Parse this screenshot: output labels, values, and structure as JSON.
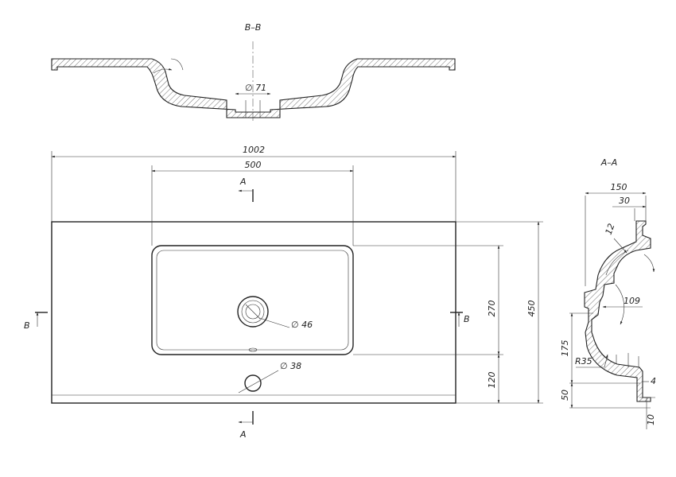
{
  "section_bb": {
    "title": "B–B",
    "dim_outlet": "∅ 71"
  },
  "plan": {
    "dim_width": "1002",
    "dim_bowl_width": "500",
    "dim_bowl_depth": "270",
    "dim_depth": "450",
    "dim_front": "120",
    "dim_drain": "∅ 46",
    "dim_taphole": "∅ 38",
    "cut_a_label": "A",
    "cut_b_label": "B"
  },
  "section_aa": {
    "title": "A–A",
    "dim_150": "150",
    "dim_30": "30",
    "dim_12": "12",
    "dim_109": "109",
    "dim_175": "175",
    "dim_r35": "R35",
    "dim_50": "50",
    "dim_4": "4",
    "dim_10": "10"
  }
}
